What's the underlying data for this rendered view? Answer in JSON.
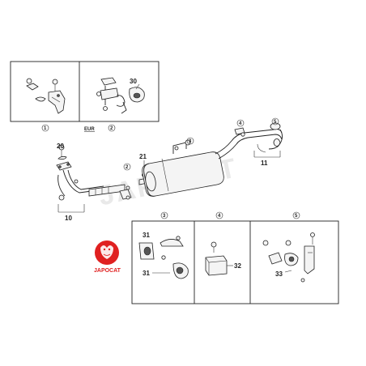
{
  "inset_numbers": [
    "1",
    "2",
    "3",
    "4",
    "5"
  ],
  "region_label": "EUR",
  "callouts": {
    "n30": "30",
    "n20": "20",
    "n21": "21",
    "n10": "10",
    "n11": "11",
    "n31a": "31",
    "n31b": "31",
    "n32": "32",
    "n33": "33"
  },
  "watermark": "JAPOCAT",
  "logo": {
    "text": "JAPOCAT",
    "color": "#e02020"
  }
}
